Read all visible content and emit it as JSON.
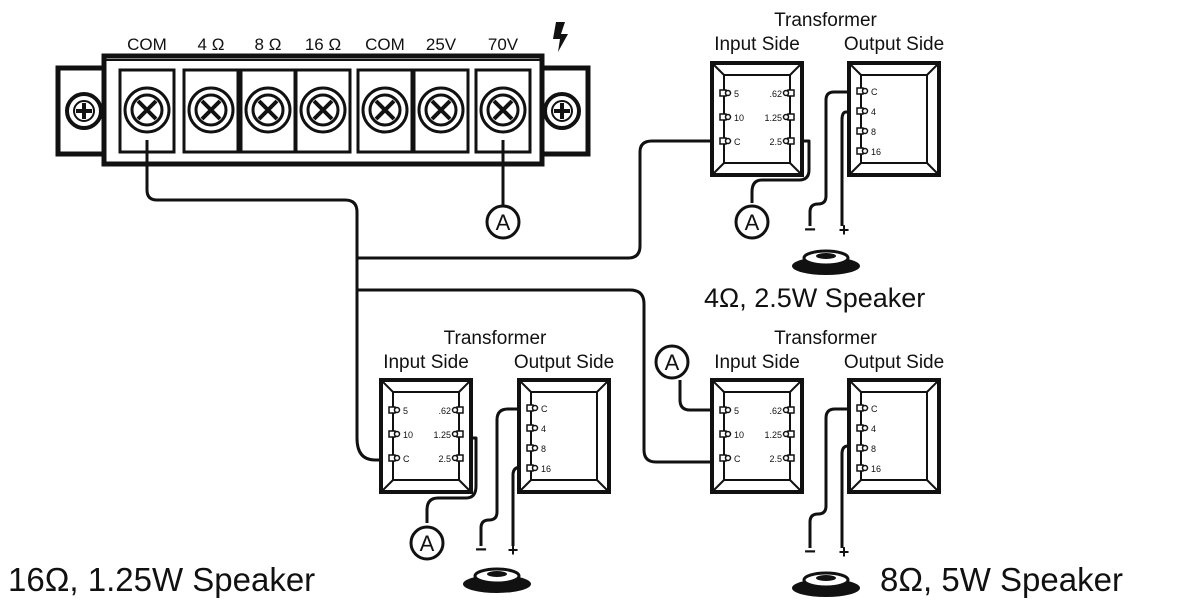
{
  "terminal_strip": {
    "labels": [
      "COM",
      "4 Ω",
      "8 Ω",
      "16 Ω",
      "COM",
      "25V",
      "70V"
    ],
    "hazard_symbol": "lightning-bolt-icon"
  },
  "ammeter_symbol": "A",
  "transformers": [
    {
      "title": "Transformer",
      "input_label": "Input Side",
      "output_label": "Output Side",
      "input_taps": [
        "5",
        "10",
        "C"
      ],
      "input_watts": [
        ".62",
        "1.25",
        "2.5"
      ],
      "output_taps": [
        "C",
        "4",
        "8",
        "16"
      ],
      "speaker_caption": "4Ω, 2.5W Speaker"
    },
    {
      "title": "Transformer",
      "input_label": "Input Side",
      "output_label": "Output Side",
      "input_taps": [
        "5",
        "10",
        "C"
      ],
      "input_watts": [
        ".62",
        "1.25",
        "2.5"
      ],
      "output_taps": [
        "C",
        "4",
        "8",
        "16"
      ],
      "speaker_caption": "16Ω, 1.25W Speaker"
    },
    {
      "title": "Transformer",
      "input_label": "Input Side",
      "output_label": "Output Side",
      "input_taps": [
        "5",
        "10",
        "C"
      ],
      "input_watts": [
        ".62",
        "1.25",
        "2.5"
      ],
      "output_taps": [
        "C",
        "4",
        "8",
        "16"
      ],
      "speaker_caption": "8Ω, 5W Speaker"
    }
  ],
  "speaker_polarity": {
    "minus": "−",
    "plus": "+"
  }
}
